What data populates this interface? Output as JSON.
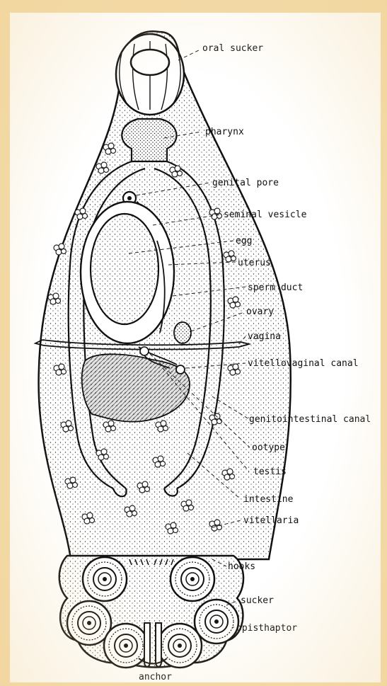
{
  "labels": {
    "oral_sucker": "oral sucker",
    "pharynx": "pharynx",
    "genital_pore": "genital pore",
    "seminal_vesicle": "seminal vesicle",
    "egg": "egg",
    "uterus": "uterus",
    "sperm_duct": "sperm duct",
    "ovary": "ovary",
    "vagina": "vagina",
    "vitellovaginal_canal": "vitellovaginal canal",
    "genitointestinal_canal": "genitointestinal canal",
    "ootype": "ootype",
    "testis": "testis",
    "intestine": "intestine",
    "vitellaria": "vitellaria",
    "hooks": "hooks",
    "sucker": "sucker",
    "opisthaptor": "opisthaptor",
    "anchor": "anchor"
  },
  "colors": {
    "background": "#f3d9a6",
    "paper": "#ffffff",
    "ink": "#111111"
  }
}
